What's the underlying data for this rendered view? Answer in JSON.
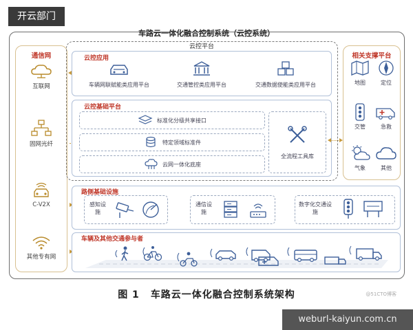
{
  "watermark_top": "开云部门",
  "watermark_bottom": "weburl-kaiyun.com.cn",
  "watermark_small": "@51CTO博客",
  "frame_title": "车路云一体化融合控制系统（云控系统）",
  "network": {
    "title": "通信网",
    "items": [
      {
        "label": "互联网",
        "icon": "cloud-network-icon"
      },
      {
        "label": "固网光纤",
        "icon": "fiber-tree-icon"
      },
      {
        "label": "C-V2X",
        "icon": "car-signal-icon"
      },
      {
        "label": "其他专有网",
        "icon": "wifi-icon"
      }
    ]
  },
  "cloud_platform": {
    "title": "云控平台",
    "apps": {
      "title": "云控应用",
      "items": [
        {
          "label": "车辆网联赋能类应用平台",
          "icon": "car-icon"
        },
        {
          "label": "交通管控类应用平台",
          "icon": "government-building-icon"
        },
        {
          "label": "交通数据使能类应用平台",
          "icon": "cubes-icon"
        }
      ]
    },
    "base": {
      "title": "云控基础平台",
      "items": [
        {
          "label": "标准化分级共享接口",
          "icon": "layers-icon"
        },
        {
          "label": "特定领域标准件",
          "icon": "database-icon"
        },
        {
          "label": "云网一体化底座",
          "icon": "cloud-node-icon"
        }
      ],
      "tools": {
        "label": "全流程工具库",
        "icon": "wrench-screwdriver-icon"
      }
    }
  },
  "roadside": {
    "title": "路侧基础设施",
    "groups": [
      {
        "label": "感知设施",
        "icons": [
          "camera-icon",
          "radar-icon"
        ]
      },
      {
        "label": "通信设施",
        "icons": [
          "server-icon",
          "router-icon"
        ]
      },
      {
        "label": "数字化交通设施",
        "icons": [
          "traffic-light-icon",
          "billboard-icon"
        ]
      }
    ]
  },
  "vehicles": {
    "title": "车辆及其他交通参与者",
    "items": [
      "pedestrian-icon",
      "bicycle-icon",
      "motorcycle-icon",
      "car-icon",
      "van-icon",
      "ambulance-icon",
      "bus-icon",
      "truck-icon",
      "lorry-icon"
    ]
  },
  "support": {
    "title": "相关支撑平台",
    "items": [
      {
        "label": "地图",
        "icon": "map-icon"
      },
      {
        "label": "定位",
        "icon": "compass-icon"
      },
      {
        "label": "交管",
        "icon": "traffic-light-icon"
      },
      {
        "label": "急救",
        "icon": "ambulance-icon"
      },
      {
        "label": "气象",
        "icon": "weather-icon"
      },
      {
        "label": "其他",
        "icon": "cloud-icon"
      }
    ]
  },
  "caption": {
    "number": "图 1",
    "text": "车路云一体化融合控制系统架构"
  },
  "colors": {
    "accent_red": "#c0392b",
    "icon_blue": "#3d5f99",
    "network_icon": "#b88a2a",
    "frame": "#6d6d6d"
  }
}
